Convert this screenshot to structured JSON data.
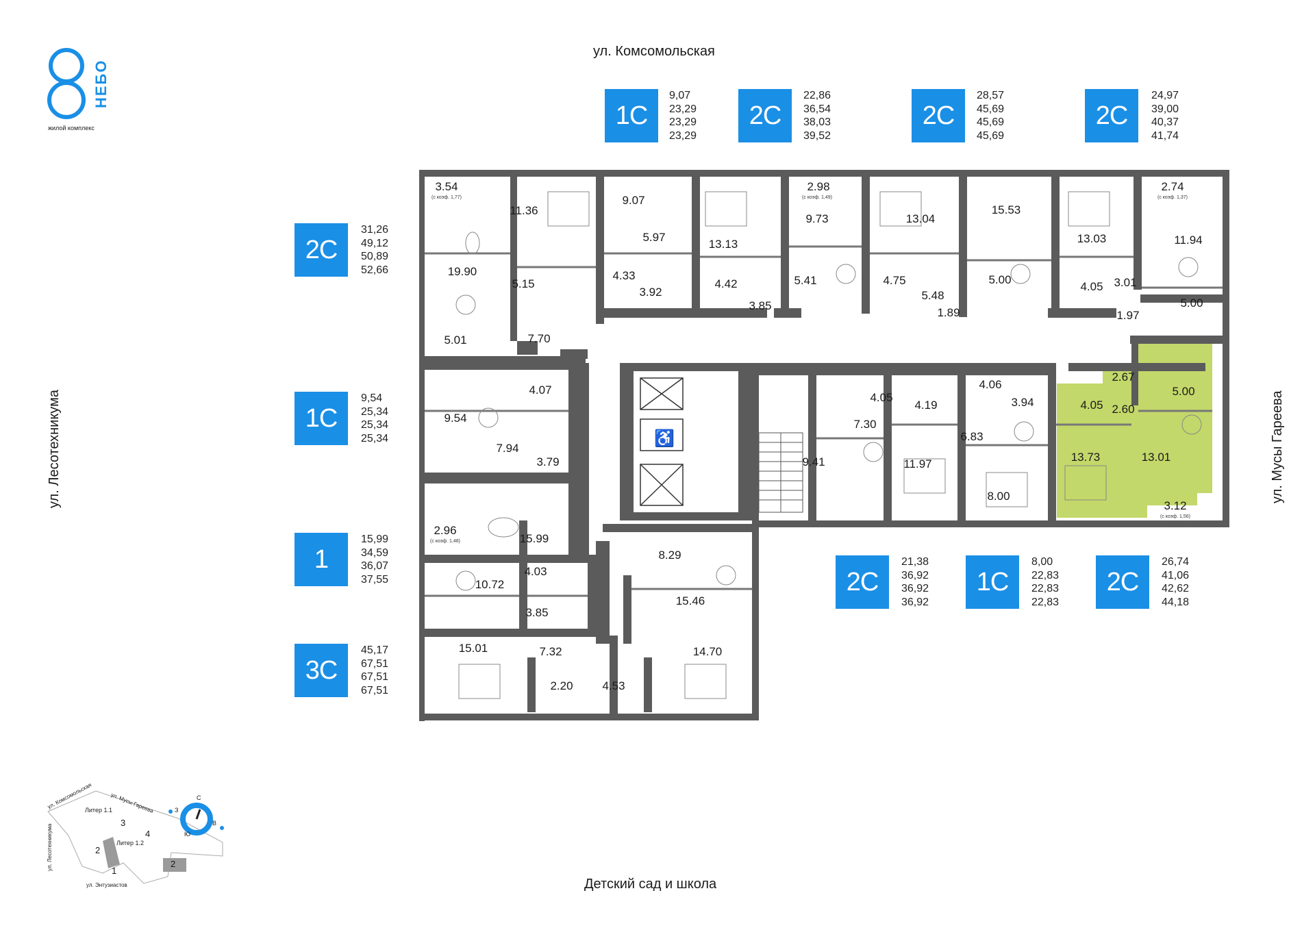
{
  "logo": {
    "name": "НЕБО",
    "tagline": "жилой комплекс",
    "digit": "8"
  },
  "streets": {
    "top": "ул. Комсомольская",
    "left": "ул. Лесотехникума",
    "right": "ул. Мусы Гареева",
    "bottom": "Детский сад и школа"
  },
  "apartments_top": [
    {
      "type": "1С",
      "areas": [
        "9,07",
        "23,29",
        "23,29",
        "23,29"
      ]
    },
    {
      "type": "2С",
      "areas": [
        "22,86",
        "36,54",
        "38,03",
        "39,52"
      ]
    },
    {
      "type": "2С",
      "areas": [
        "28,57",
        "45,69",
        "45,69",
        "45,69"
      ]
    },
    {
      "type": "2С",
      "areas": [
        "24,97",
        "39,00",
        "40,37",
        "41,74"
      ]
    }
  ],
  "apartments_left": [
    {
      "type": "2С",
      "areas": [
        "31,26",
        "49,12",
        "50,89",
        "52,66"
      ]
    },
    {
      "type": "1С",
      "areas": [
        "9,54",
        "25,34",
        "25,34",
        "25,34"
      ]
    },
    {
      "type": "1",
      "areas": [
        "15,99",
        "34,59",
        "36,07",
        "37,55"
      ]
    },
    {
      "type": "3С",
      "areas": [
        "45,17",
        "67,51",
        "67,51",
        "67,51"
      ]
    }
  ],
  "apartments_bottom": [
    {
      "type": "2С",
      "areas": [
        "21,38",
        "36,92",
        "36,92",
        "36,92"
      ]
    },
    {
      "type": "1С",
      "areas": [
        "8,00",
        "22,83",
        "22,83",
        "22,83"
      ]
    },
    {
      "type": "2С",
      "areas": [
        "26,74",
        "41,06",
        "42,62",
        "44,18"
      ]
    }
  ],
  "rooms": [
    "3.54",
    "19.90",
    "5.01",
    "11.36",
    "5.15",
    "7.70",
    "9.07",
    "5.97",
    "4.33",
    "3.92",
    "13.13",
    "4.42",
    "3.85",
    "2.98",
    "9.73",
    "5.41",
    "13.04",
    "4.75",
    "5.48",
    "1.89",
    "15.53",
    "5.00",
    "13.03",
    "4.05",
    "3.01",
    "1.97",
    "2.74",
    "11.94",
    "5.00",
    "9.54",
    "4.07",
    "7.94",
    "3.79",
    "2.96",
    "15.99",
    "4.03",
    "10.72",
    "3.85",
    "8.29",
    "15.46",
    "15.01",
    "7.32",
    "2.20",
    "4.53",
    "14.70",
    "7.30",
    "4.05",
    "9.41",
    "4.19",
    "11.97",
    "4.06",
    "3.94",
    "6.83",
    "8.00",
    "4.05",
    "2.67",
    "5.00",
    "2.60",
    "13.73",
    "13.01",
    "3.12"
  ],
  "balcony_notes": [
    "(с коэф. 1,77)",
    "(с коэф. 1,49)",
    "(с коэф. 1,37)",
    "(с коэф. 1,48)",
    "(с коэф. 1,56)"
  ],
  "minimap": {
    "streets": [
      "ул. Комсомольская",
      "ул. Мусы Гареева",
      "ул. Лесотехникума",
      "ул. Энтузиастов"
    ],
    "liters": [
      "Литер 1.1",
      "Литер 1.2"
    ],
    "sections": [
      "3",
      "4",
      "2",
      "1"
    ],
    "legend_number": "2",
    "compass": [
      "С",
      "З",
      "В",
      "Ю"
    ]
  },
  "colors": {
    "accent": "#1a8fe6",
    "wall": "#5a5a5a",
    "highlight": "#c2d86a"
  }
}
